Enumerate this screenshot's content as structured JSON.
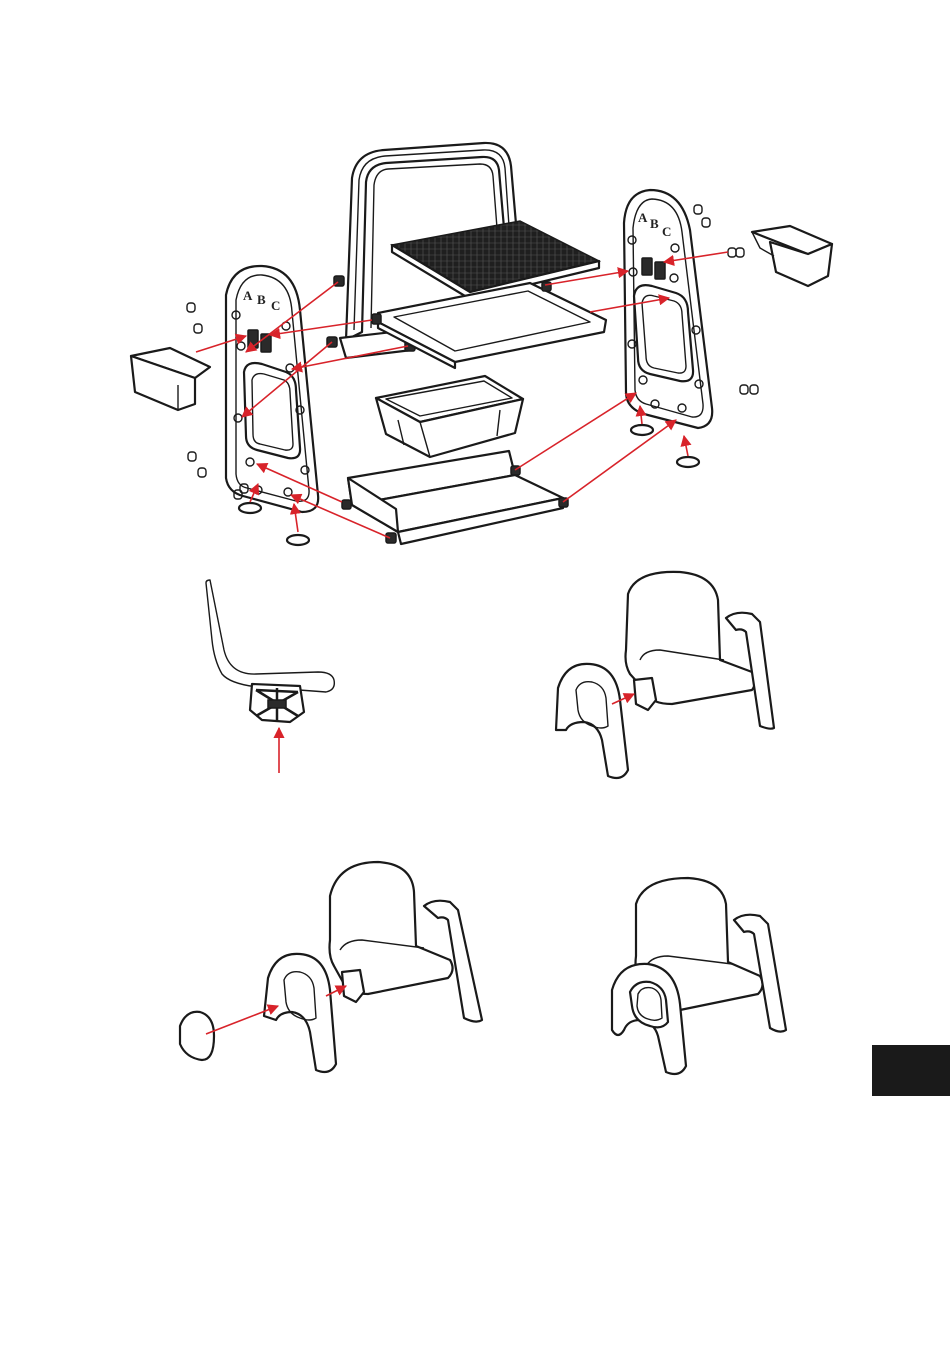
{
  "diagram": {
    "frame_letters": [
      "A",
      "B",
      "C"
    ],
    "colors": {
      "line": "#1a1a1a",
      "arrow": "#d8232a",
      "tab": "#1a1a1a",
      "background": "#ffffff"
    },
    "steps": [
      "exploded-frame-assembly",
      "seat-mount-insert",
      "seat-to-side-panel",
      "side-cap-attach",
      "assembled-chair"
    ]
  }
}
